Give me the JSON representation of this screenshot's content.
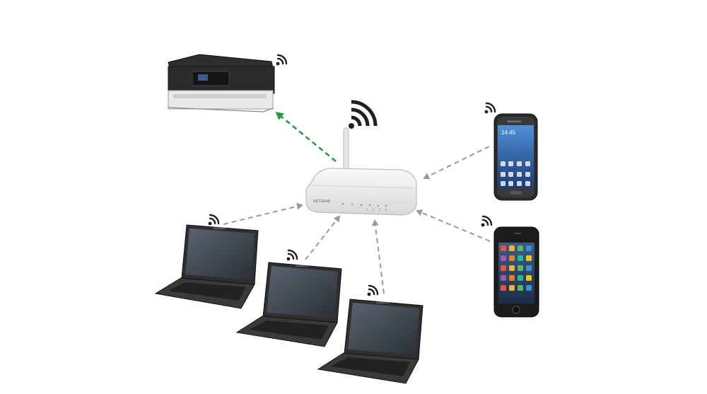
{
  "diagram": {
    "hub": {
      "name": "wireless-router",
      "brand_text": "NETGEAR",
      "port_labels": [
        "1",
        "2",
        "3",
        "4"
      ]
    },
    "nodes": [
      {
        "name": "inkjet-printer",
        "kind": "printer"
      },
      {
        "name": "android-smartphone",
        "kind": "phone",
        "brand_text": "SAMSUNG",
        "clock_text": "14:45"
      },
      {
        "name": "iphone-smartphone",
        "kind": "phone"
      },
      {
        "name": "laptop-1",
        "kind": "laptop",
        "brand_text": "SAMSUNG"
      },
      {
        "name": "laptop-2",
        "kind": "laptop",
        "brand_text": "SAMSUNG"
      },
      {
        "name": "laptop-3",
        "kind": "laptop",
        "brand_text": "SAMSUNG"
      }
    ],
    "links": [
      {
        "from": "wireless-router",
        "to": "inkjet-printer",
        "style": "dashed",
        "color": "#1a9e3a"
      },
      {
        "from": "android-smartphone",
        "to": "wireless-router",
        "style": "dashed",
        "color": "#9a9a9a"
      },
      {
        "from": "iphone-smartphone",
        "to": "wireless-router",
        "style": "dashed",
        "color": "#9a9a9a"
      },
      {
        "from": "laptop-1",
        "to": "wireless-router",
        "style": "dashed",
        "color": "#9a9a9a"
      },
      {
        "from": "laptop-2",
        "to": "wireless-router",
        "style": "dashed",
        "color": "#9a9a9a"
      },
      {
        "from": "laptop-3",
        "to": "wireless-router",
        "style": "dashed",
        "color": "#9a9a9a"
      }
    ],
    "colors": {
      "device_dark": "#2b2b2b",
      "device_body": "#3a3a3a",
      "router_body": "#eeeeee",
      "accent_link": "#1a9e3a",
      "link_gray": "#9a9a9a",
      "wifi_icon": "#1f1f1f"
    },
    "icons": [
      "wifi-signal-icon"
    ]
  }
}
